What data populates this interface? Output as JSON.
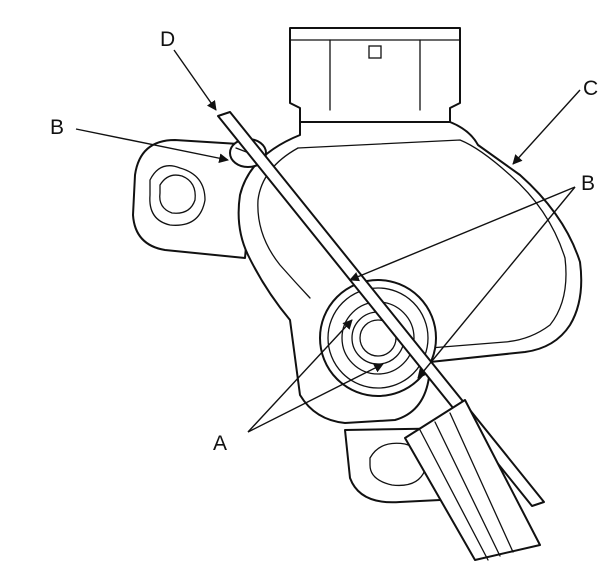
{
  "diagram": {
    "callouts": {
      "a": "A",
      "b_upper_left": "B",
      "b_right": "B",
      "c": "C",
      "d": "D"
    },
    "colors": {
      "line": "#111111",
      "background": "#ffffff"
    }
  }
}
